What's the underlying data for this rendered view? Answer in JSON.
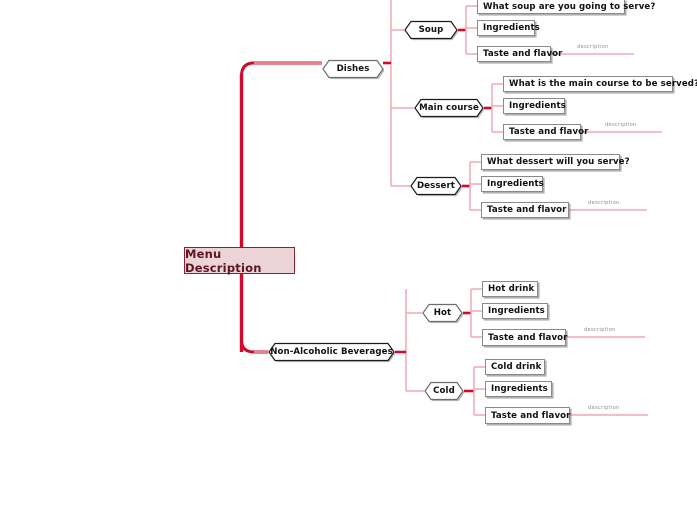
{
  "diagram": {
    "type": "mind-map",
    "title": "Menu Description",
    "orientation": "left-to-right",
    "colors": {
      "trunk": "#cf0a2c",
      "branch_link": "#f0a8b4",
      "root_fill": "#ecd3d7",
      "root_border": "#8c2033",
      "root_text": "#5e1522",
      "node_fill": "#ffffff",
      "node_border": "#8a8a8a",
      "node_text": "#111111",
      "caption_text": "#8e8e8e",
      "background": "#ffffff"
    },
    "root": {
      "label": "Menu Description"
    },
    "branches": [
      {
        "label": "Dishes",
        "children": [
          {
            "label": "Soup",
            "leaves": [
              {
                "label": "What soup are you going to serve?",
                "caption": ""
              },
              {
                "label": "Ingredients",
                "caption": ""
              },
              {
                "label": "Taste and flavor",
                "caption": "description"
              }
            ]
          },
          {
            "label": "Main course",
            "leaves": [
              {
                "label": "What is the main course to be served?",
                "caption": ""
              },
              {
                "label": "Ingredients",
                "caption": ""
              },
              {
                "label": "Taste and flavor",
                "caption": "description"
              }
            ]
          },
          {
            "label": "Dessert",
            "leaves": [
              {
                "label": "What dessert will you serve?",
                "caption": ""
              },
              {
                "label": "Ingredients",
                "caption": ""
              },
              {
                "label": "Taste and flavor",
                "caption": "description"
              }
            ]
          }
        ]
      },
      {
        "label": "Non-Alcoholic Beverages",
        "children": [
          {
            "label": "Hot",
            "leaves": [
              {
                "label": "Hot drink",
                "caption": ""
              },
              {
                "label": "Ingredients",
                "caption": ""
              },
              {
                "label": "Taste and flavor",
                "caption": "description"
              }
            ]
          },
          {
            "label": "Cold",
            "leaves": [
              {
                "label": "Cold drink",
                "caption": ""
              },
              {
                "label": "Ingredients",
                "caption": ""
              },
              {
                "label": "Taste and flavor",
                "caption": "description"
              }
            ]
          }
        ]
      }
    ]
  }
}
